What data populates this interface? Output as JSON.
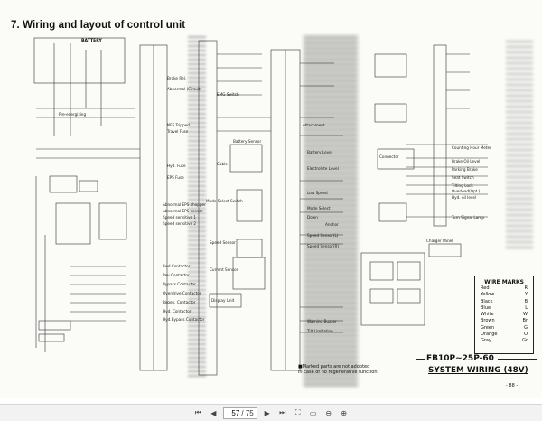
{
  "document": {
    "title": "7. Wiring and layout of control unit",
    "model": "FB10P~25P-60",
    "subtitle": "SYSTEM WIRING (48V)",
    "page_number": "- 88 -",
    "footnote": [
      "■Marked parts are not adopted",
      "in case of no regenerative function."
    ]
  },
  "labels": {
    "battery": "BATTERY",
    "brake_relay": "Brake Rel.",
    "abnormal_circuit": "Abnormal (Circuit)",
    "pre_energizing": "Pre-energizing",
    "nfs_tripped": "NFS Tripped",
    "travel_fuse": "Travel Fuse",
    "hyd_fuse": "Hyd. Fuse",
    "eps_fuse": "EPS Fuse",
    "abn_eps_chopper": "Abnormal EPS chopper",
    "abn_eps_sensor": "Abnormal EPS sensor",
    "speed_sens1": "Speed sensitive 1",
    "speed_sens2": "Speed sensitive 2",
    "fwd_contactor": "Fwd Contactor",
    "rev_contactor": "Rev Contactor",
    "bypass_contactor": "Bypass Contactor",
    "overdrive_contactor": "Overdrive Contactor",
    "regen_contactor": "Regen. Contactor",
    "hyd_contactor": "Hyd. Contactor",
    "hyd_bypass_contactor": "Hyd.Bypass Contactor",
    "emg_switch": "EMG Switch",
    "attachment": "Attachment",
    "battery_sensor": "Battery Sensor",
    "battery_level": "Battery Level",
    "electrolyte_level": "Electrolyte Level",
    "cable": "Cable",
    "low_speed": "Low Speed",
    "mode_select": "Mode Select",
    "mode_select_switch": "Mode Select Switch",
    "down": "Down",
    "speed_sensor": "Speed Sensor",
    "speed_sensor_l": "Speed Sensor(L)",
    "speed_sensor_r": "Speed Sensor(R)",
    "current_sensor": "Current Sensor",
    "warning_buzzer": "Warning Buzzer",
    "tilt_limitation": "Tilt Limitation",
    "display_unit": "Display Unit",
    "counting_hour_meter": "Counting Hour Meter",
    "brake_oil_level": "Brake Oil Level",
    "parking_brake": "Parking Brake",
    "seat_switch": "Seat Switch",
    "tilting_lock": "Tilting Lock",
    "overload_opt": "Overload(Opt.)",
    "hyd_oil_level": "Hyd. oil level",
    "turn_signal_lamp": "Turn Signal Lamp",
    "charger_panel": "Charger Panel",
    "connector": "Connector",
    "anchor": "Anchor"
  },
  "legend": {
    "title": "WIRE MARKS",
    "rows": [
      {
        "color": "Red",
        "code": "R"
      },
      {
        "color": "Yellow",
        "code": "Y"
      },
      {
        "color": "Black",
        "code": "B"
      },
      {
        "color": "Blue",
        "code": "L"
      },
      {
        "color": "White",
        "code": "W"
      },
      {
        "color": "Brown",
        "code": "Br"
      },
      {
        "color": "Green",
        "code": "G"
      },
      {
        "color": "Orange",
        "code": "O"
      },
      {
        "color": "Gray",
        "code": "Gr"
      }
    ]
  },
  "toolbar": {
    "current_page": "57",
    "total_pages": "/ 75",
    "icons": [
      "first-page-icon",
      "prev-page-icon",
      "next-page-icon",
      "last-page-icon",
      "fit-page-icon",
      "fit-width-icon",
      "zoom-out-icon",
      "zoom-in-icon"
    ]
  }
}
